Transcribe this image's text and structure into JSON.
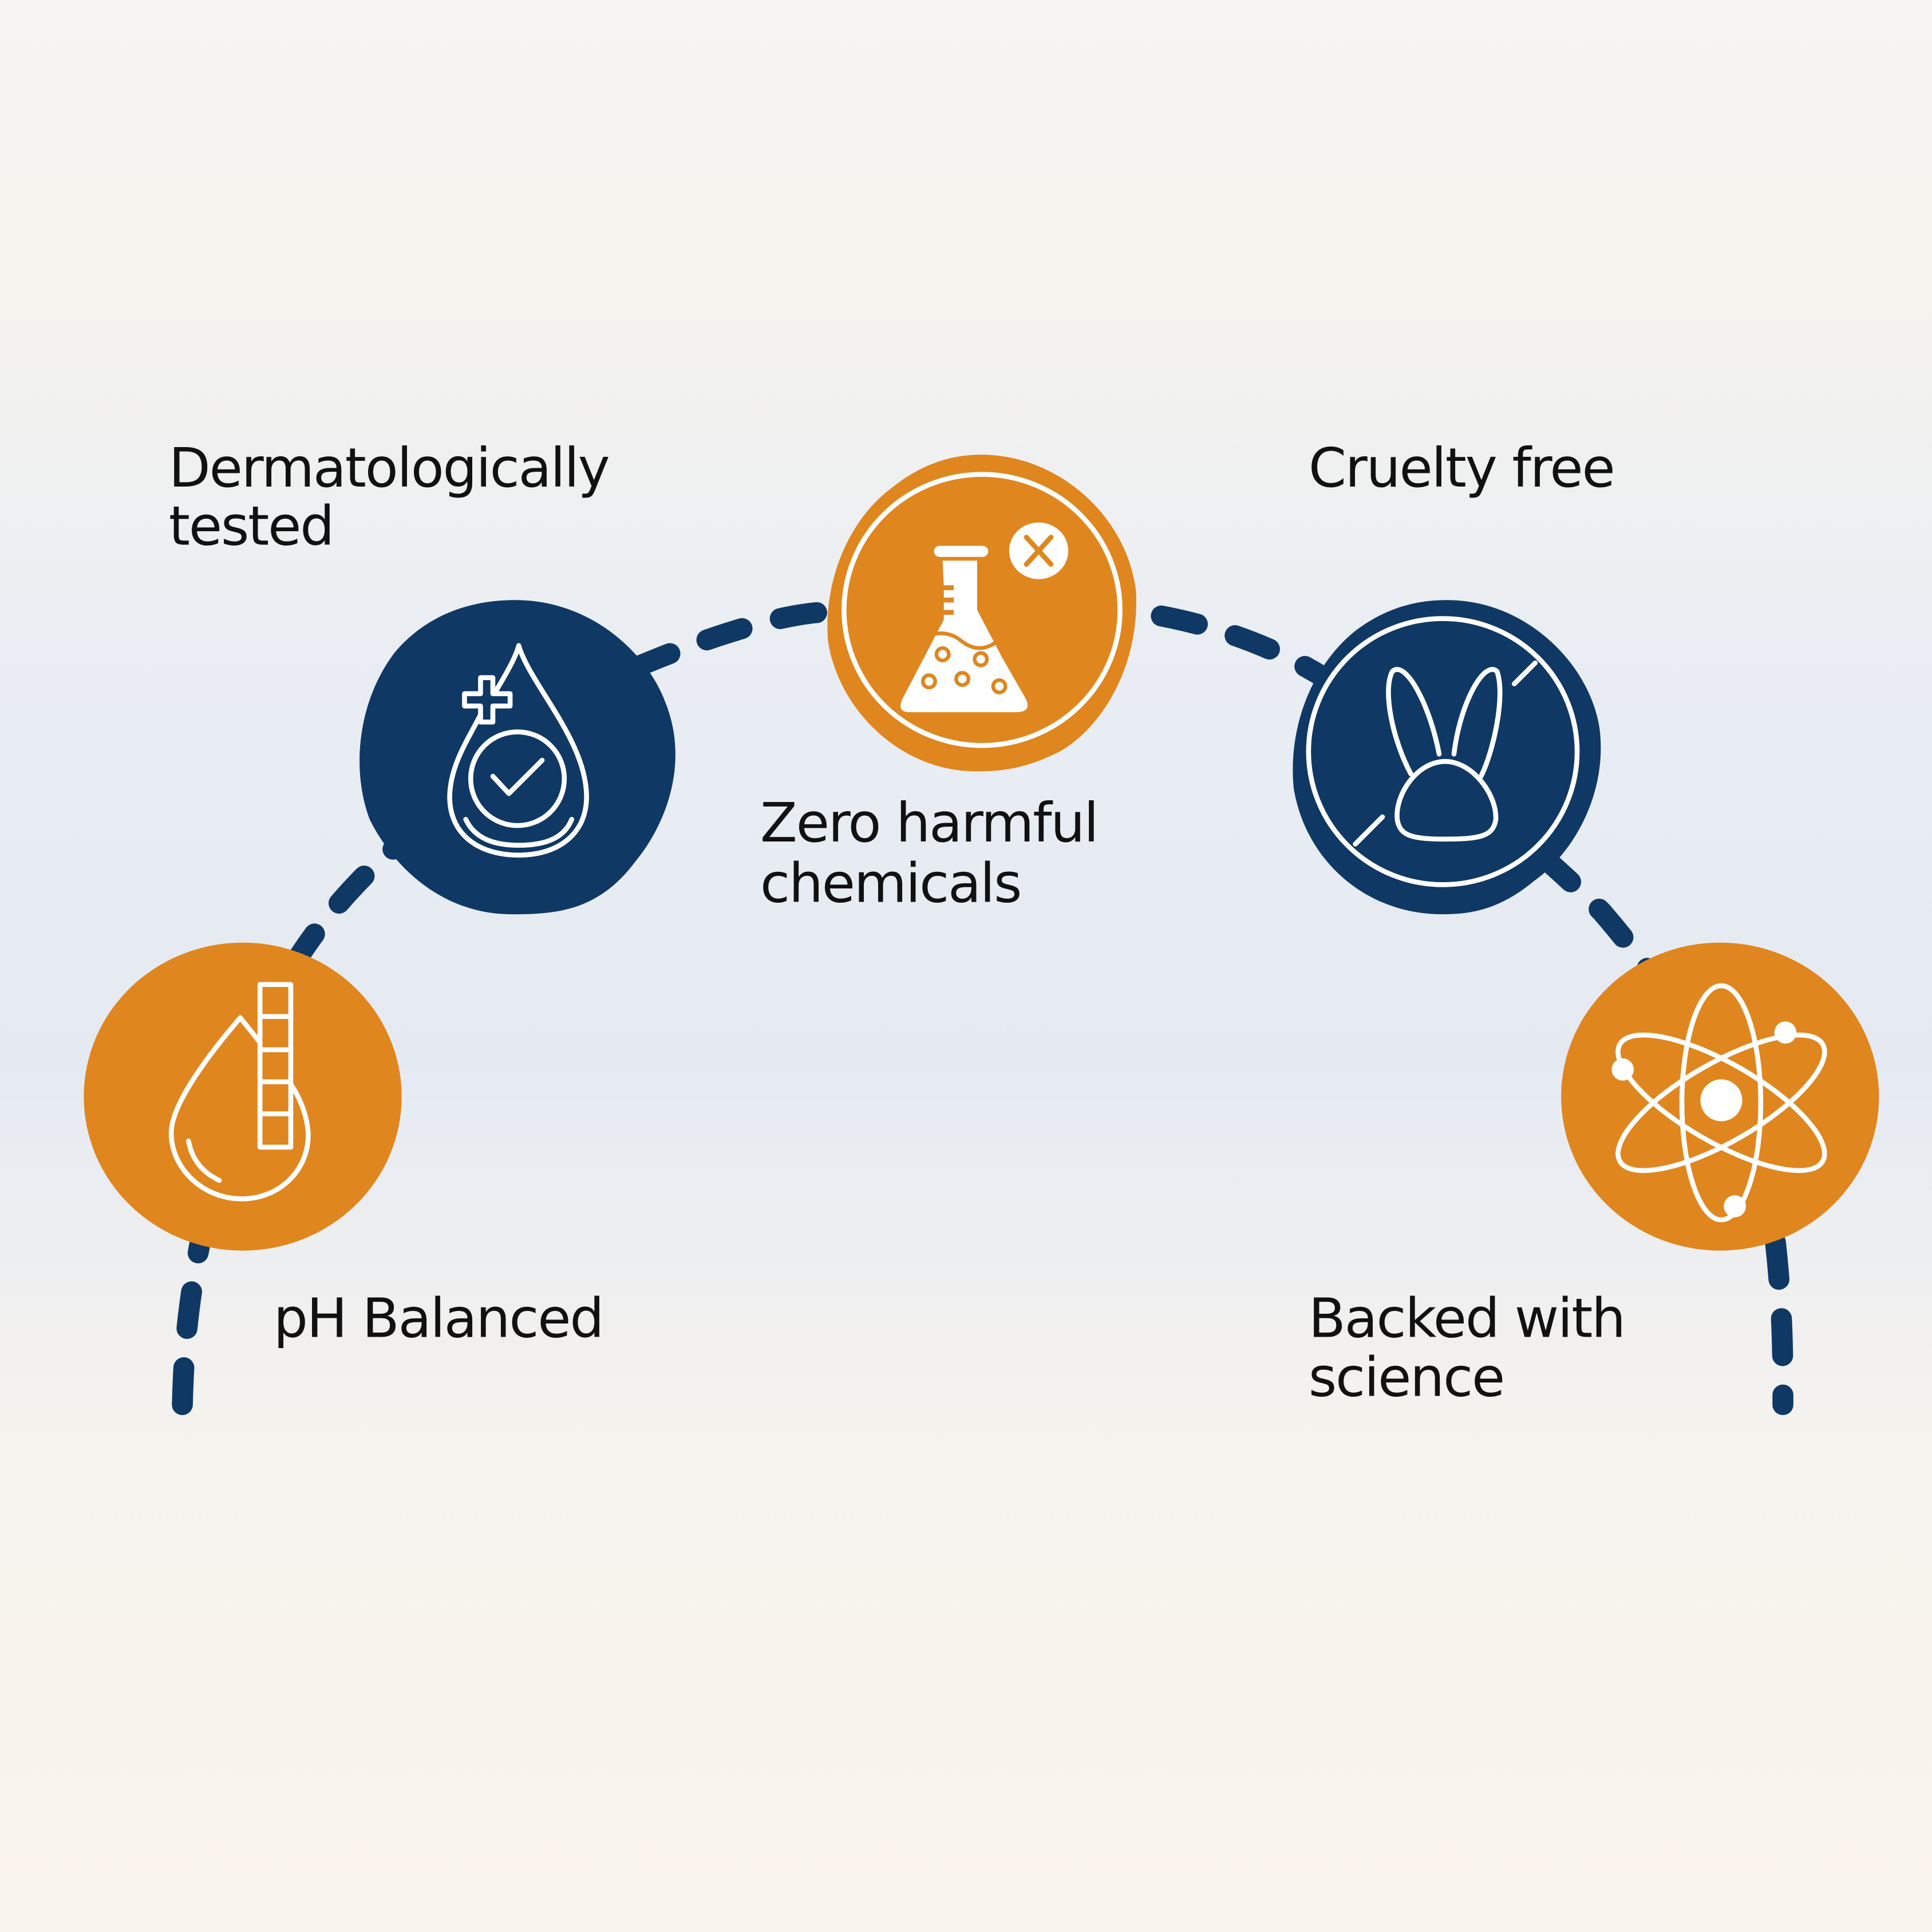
{
  "colors": {
    "orange": "#E0861E",
    "navy": "#0F3864",
    "text": "#111111"
  },
  "features": [
    {
      "id": "ph",
      "lines": [
        "pH Balanced"
      ],
      "icon": "ph-drop-icon",
      "color": "orange"
    },
    {
      "id": "derm",
      "lines": [
        "Dermatologically",
        "tested"
      ],
      "icon": "drop-check-icon",
      "color": "navy"
    },
    {
      "id": "zero",
      "lines": [
        "Zero harmful",
        "chemicals"
      ],
      "icon": "flask-x-icon",
      "color": "orange"
    },
    {
      "id": "cruelty",
      "lines": [
        "Cruelty free"
      ],
      "icon": "rabbit-icon",
      "color": "navy"
    },
    {
      "id": "science",
      "lines": [
        "Backed with",
        "science"
      ],
      "icon": "atom-icon",
      "color": "orange"
    }
  ]
}
